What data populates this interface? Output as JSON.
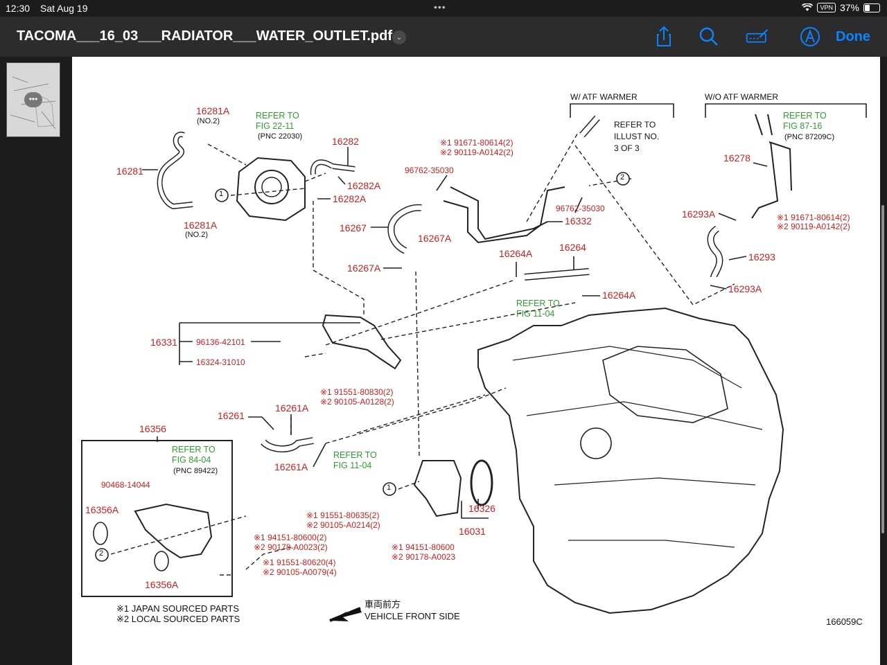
{
  "status": {
    "time": "12:30",
    "date": "Sat Aug 19",
    "vpn": "VPN",
    "battery": "37%",
    "battery_level": 0.37
  },
  "toolbar": {
    "title": "TACOMA___16_03___RADIATOR___WATER_OUTLET.pdf",
    "done_label": "Done",
    "icons": [
      "share-icon",
      "search-icon",
      "markup-icon",
      "pen-icon"
    ]
  },
  "sidebar": {
    "thumbnail_more": "•••"
  },
  "diagram": {
    "sections": {
      "with_atf": "W/ ATF WARMER",
      "without_atf": "W/O ATF WARMER"
    },
    "refer_illust": [
      "REFER TO",
      "ILLUST NO.",
      "3 OF 3"
    ],
    "refer_22": [
      "REFER TO",
      "FIG 22-11",
      "(PNC 22030)"
    ],
    "refer_87": [
      "REFER TO",
      "FIG 87-16",
      "(PNC 87209C)"
    ],
    "refer_84": [
      "REFER TO",
      "FIG 84-04",
      "(PNC 89422)"
    ],
    "refer_11a": [
      "REFER TO",
      "FIG 11-04"
    ],
    "refer_11b": [
      "REFER TO",
      "FIG 11-04"
    ],
    "p16281A_top": "16281A",
    "no2_top": "(NO.2)",
    "p16281": "16281",
    "p16281A_bot": "16281A",
    "no2_bot": "(NO.2)",
    "p16282": "16282",
    "p16282A_1": "16282A",
    "p16282A_2": "16282A",
    "j91671": "※1  91671-80614(2)",
    "j90119": "※2  90119-A0142(2)",
    "p96762a": "96762-35030",
    "p96762b": "96762-35030",
    "p16332": "16332",
    "p16267": "16267",
    "p16267A_1": "16267A",
    "p16267A_2": "16267A",
    "p16264A_1": "16264A",
    "p16264": "16264",
    "p16264A_2": "16264A",
    "p16278": "16278",
    "p16293A_1": "16293A",
    "p16293": "16293",
    "p16293A_2": "16293A",
    "r91671": "※1  91671-80614(2)",
    "r90119": "※2  90119-A0142(2)",
    "p16331": "16331",
    "p96136": "96136-42101",
    "p16324": "16324-31010",
    "b91551a": "※1  91551-80830(2)",
    "b90105a": "※2  90105-A0128(2)",
    "p16261": "16261",
    "p16261A_1": "16261A",
    "p16261A_2": "16261A",
    "p16356": "16356",
    "p90468": "90468-14044",
    "p16356A_1": "16356A",
    "p16356A_2": "16356A",
    "b91551b": "※1  91551-80635(2)",
    "b90105b": "※2  90105-A0214(2)",
    "p16326": "16326",
    "p16031": "16031",
    "b94151a": "※1  94151-80600(2)",
    "b90178a": "※2  90178-A0023(2)",
    "b91551c": "※1  91551-80620(4)",
    "b90105c": "※2  90105-A0079(4)",
    "b94151b": "※1  94151-80600",
    "b90178b": "※2  90178-A0023",
    "legend1": "※1  JAPAN SOURCED PARTS",
    "legend2": "※2  LOCAL SOURCED PARTS",
    "front_jp": "車両前方",
    "front_en": "VEHICLE FRONT SIDE",
    "ref_code": "166059C",
    "circle1": "1",
    "circle2": "2"
  }
}
